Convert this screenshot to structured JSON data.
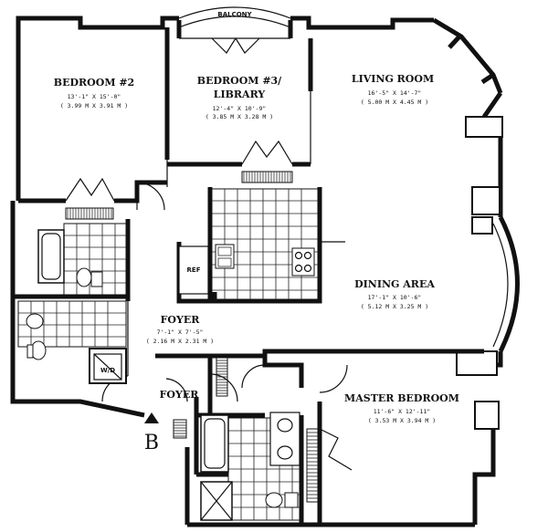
{
  "rooms": {
    "balcony": {
      "name": "BALCONY"
    },
    "bedroom2": {
      "name": "BEDROOM #2",
      "dim_ft": "13'-1\" X 15'-0\"",
      "dim_m": "( 3.99 M X 3.91 M )"
    },
    "bedroom3_line1": "BEDROOM #3/",
    "bedroom3_line2": "LIBRARY",
    "bedroom3": {
      "dim_ft": "12'-4\" X 10'-9\"",
      "dim_m": "( 3.85 M X 3.28 M )"
    },
    "living": {
      "name": "LIVING ROOM",
      "dim_ft": "16'-5\" X 14'-7\"",
      "dim_m": "( 5.00 M X 4.45 M )"
    },
    "dining": {
      "name": "DINING AREA",
      "dim_ft": "17'-1\" X 10'-6\"",
      "dim_m": "( 5.12 M X 3.25 M )"
    },
    "foyer1": {
      "name": "FOYER",
      "dim_ft": "7'-1\" X 7'-5\"",
      "dim_m": "( 2.16 M X 2.31 M )"
    },
    "foyer2": {
      "name": "FOYER"
    },
    "master": {
      "name": "MASTER BEDROOM",
      "dim_ft": "11'-6\" X 12'-11\"",
      "dim_m": "( 3.53 M X 3.94 M )"
    }
  },
  "labels": {
    "washer_dryer": "W/D",
    "refrigerator": "REF",
    "section_marker": "B"
  }
}
